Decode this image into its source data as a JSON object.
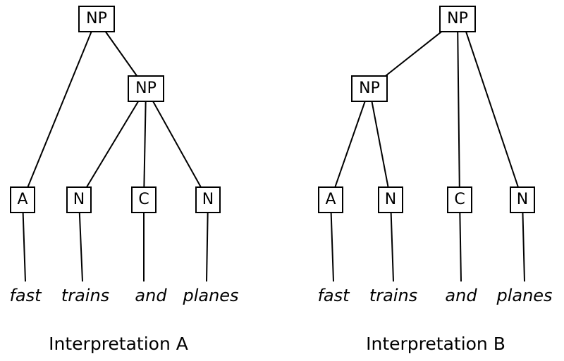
{
  "trees": [
    {
      "caption": "Interpretation A",
      "root_label": "NP",
      "inner_label": "NP",
      "grouping": "fast [trains and planes]",
      "leaves": [
        {
          "label": "A",
          "word": "fast"
        },
        {
          "label": "N",
          "word": "trains"
        },
        {
          "label": "C",
          "word": "and"
        },
        {
          "label": "N",
          "word": "planes"
        }
      ]
    },
    {
      "caption": "Interpretation B",
      "root_label": "NP",
      "inner_label": "NP",
      "grouping": "[fast trains] and planes",
      "leaves": [
        {
          "label": "A",
          "word": "fast"
        },
        {
          "label": "N",
          "word": "trains"
        },
        {
          "label": "C",
          "word": "and"
        },
        {
          "label": "N",
          "word": "planes"
        }
      ]
    }
  ]
}
